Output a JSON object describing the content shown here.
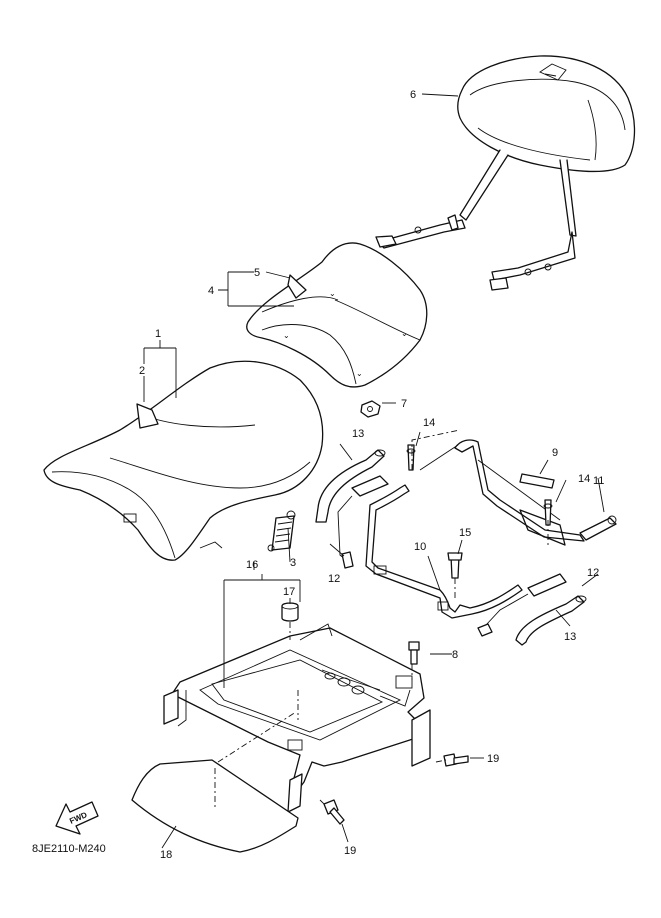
{
  "diagram": {
    "code": "8JE2110-M240",
    "fwd_label": "FWD",
    "callouts": {
      "c1": "1",
      "c2": "2",
      "c3": "3",
      "c4": "4",
      "c5": "5",
      "c6": "6",
      "c7": "7",
      "c8": "8",
      "c9": "9",
      "c10": "10",
      "c11": "11",
      "c12a": "12",
      "c12b": "12",
      "c13a": "13",
      "c13b": "13",
      "c14a": "14",
      "c14b": "14",
      "c15": "15",
      "c16": "16",
      "c17": "17",
      "c18": "18",
      "c19a": "19",
      "c19b": "19"
    }
  }
}
